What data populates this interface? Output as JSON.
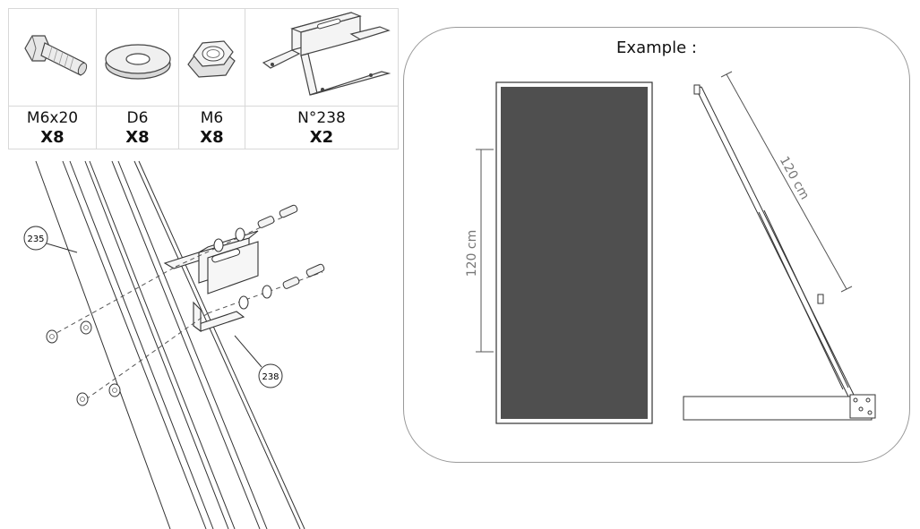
{
  "parts": [
    {
      "code": "M6x20",
      "qty": "X8",
      "icon": "bolt-icon"
    },
    {
      "code": "D6",
      "qty": "X8",
      "icon": "washer-icon"
    },
    {
      "code": "M6",
      "qty": "X8",
      "icon": "nut-icon"
    },
    {
      "code": "N°238",
      "qty": "X2",
      "icon": "bracket-icon"
    }
  ],
  "assembly": {
    "callout_panel": "235",
    "callout_bracket": "238"
  },
  "example": {
    "title": "Example :",
    "front_dimension": "120 cm",
    "side_dimension": "120 cm"
  },
  "colors": {
    "panel_fill": "#4f4f4f",
    "line": "#333333",
    "border": "#9a9a9a"
  }
}
